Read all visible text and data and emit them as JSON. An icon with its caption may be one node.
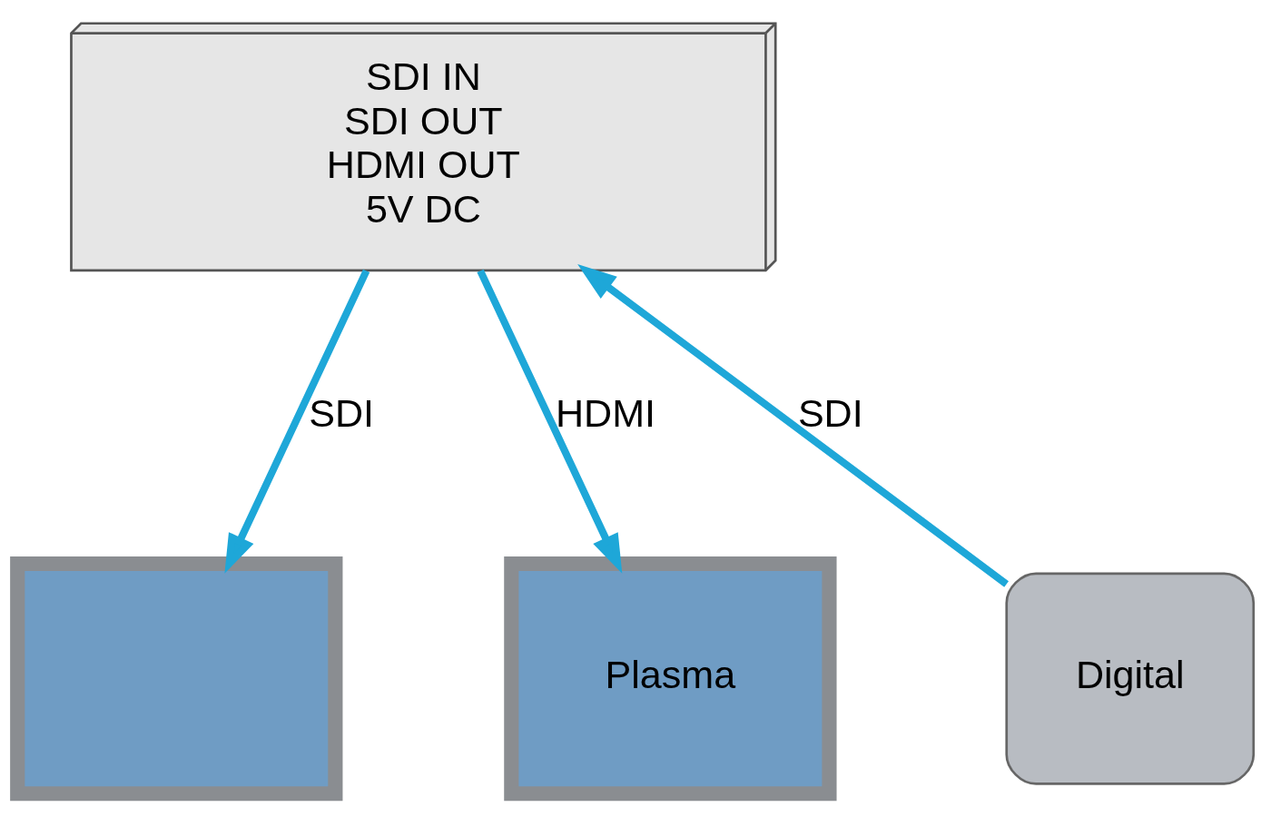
{
  "diagram": {
    "nodes": [
      {
        "text": [
          "SDI IN",
          "SDI OUT",
          "HDMI OUT",
          "5V DC"
        ]
      },
      {
        "text": [
          "Digital"
        ]
      },
      {
        "text": [],
        "shape": "box"
      },
      {
        "text": [
          "Plasma"
        ]
      }
    ],
    "edges": [
      {
        "from": 1,
        "to": 0,
        "arrow": "to",
        "label": "SDI"
      },
      {
        "from": 0,
        "to": 2,
        "arrow": "to",
        "label": "SDI"
      },
      {
        "from": 0,
        "to": 3,
        "arrow": "to",
        "label": "HDMI"
      }
    ]
  }
}
